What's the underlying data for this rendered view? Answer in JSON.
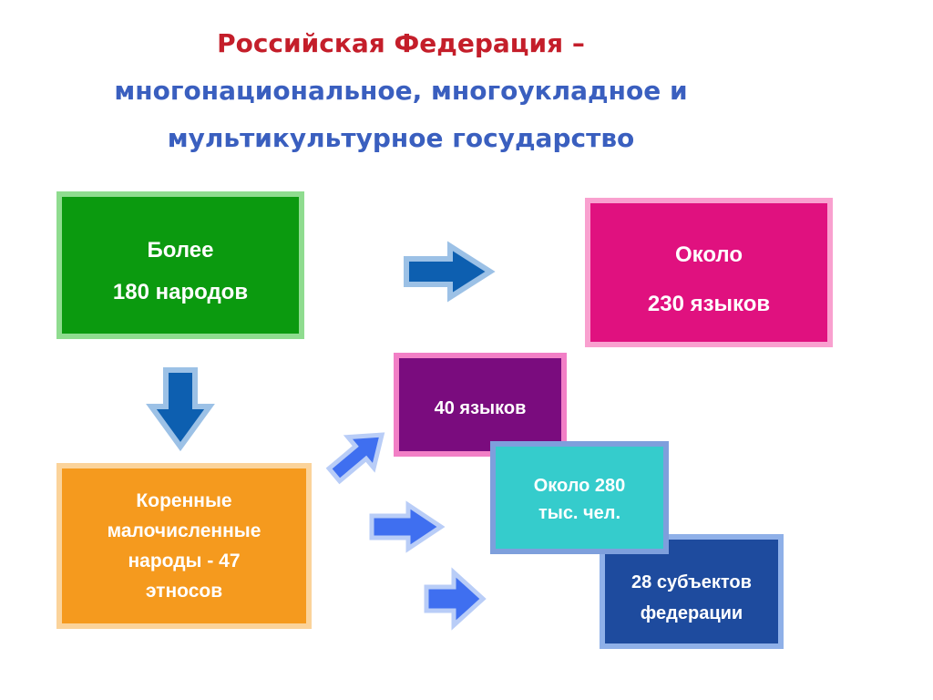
{
  "title": {
    "part_red": "Российская Федерация",
    "dash": " –",
    "line2": "многонациональное, многоукладное и",
    "line3": "мультикультурное государство"
  },
  "boxes": {
    "peoples": {
      "line1": "Более",
      "line2": "180 народов",
      "fill": "#0b9a0f",
      "border": "#8fdc8f"
    },
    "languages": {
      "line1": "Около",
      "line2": "230 языков",
      "fill": "#e0117f",
      "border": "#f9a0cf"
    },
    "languages_40": {
      "line1": "40 языков",
      "fill": "#7a0c7e",
      "border": "#f27fc6"
    },
    "population_280": {
      "line1": "Около 280",
      "line2": "тыс. чел.",
      "fill": "#35cccc",
      "border": "#7e9fdc"
    },
    "subjects_28": {
      "line1": "28 субъектов",
      "line2": "федерации",
      "fill": "#1e4b9e",
      "border": "#8fb0e8"
    },
    "indigenous": {
      "line1": "Коренные",
      "line2": "малочисленные",
      "line3": "народы  - 47",
      "line4": "этносов",
      "fill": "#f59a1e",
      "border": "#fbd39a"
    }
  },
  "arrows": {
    "dark_fill": "#0d5fb0",
    "dark_outline": "#9cc1e6",
    "bright_fill": "#3f6ff0",
    "bright_outline": "#b9cdf7"
  }
}
